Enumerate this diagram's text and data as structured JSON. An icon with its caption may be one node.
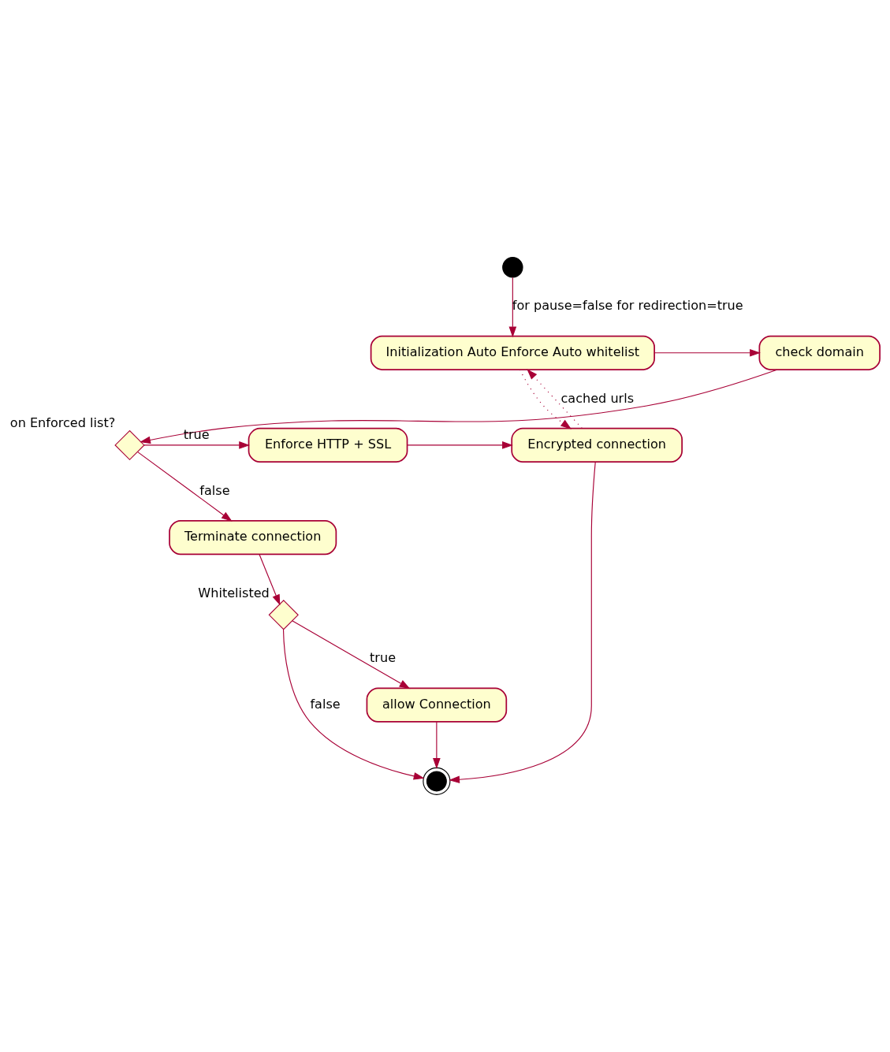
{
  "diagram": {
    "nodes": [
      {
        "text": [],
        "shape": "circle"
      },
      {
        "text": [
          "Initialization Auto Enforce Auto whitelist"
        ]
      },
      {
        "text": [
          "check domain"
        ]
      },
      {
        "text": [],
        "shape": "diamond",
        "beside": [
          "on Enforced list?"
        ]
      },
      {
        "text": [
          "Enforce HTTP + SSL"
        ]
      },
      {
        "text": [
          "Encrypted connection"
        ]
      },
      {
        "text": [
          "Terminate connection"
        ]
      },
      {
        "text": [],
        "shape": "diamond",
        "beside": [
          "Whitelisted"
        ]
      },
      {
        "text": [],
        "shape": "circle"
      },
      {
        "text": [
          "allow Connection"
        ]
      }
    ],
    "edges": [
      {
        "from": 0,
        "to": 1,
        "arrow": "to",
        "label": "for pause=false for redirection=true"
      },
      {
        "from": 1,
        "to": 2,
        "arrow": "to"
      },
      {
        "from": 2,
        "to": 3,
        "arrow": "to"
      },
      {
        "from": 3,
        "to": 4,
        "arrow": "to",
        "label": "true"
      },
      {
        "from": 4,
        "to": 5,
        "arrow": "to"
      },
      {
        "from": 1,
        "to": 5,
        "arrow": "to",
        "style": "dashed"
      },
      {
        "from": 5,
        "to": 1,
        "arrow": "to",
        "style": "dashed",
        "label": "cached urls"
      },
      {
        "from": 3,
        "to": 6,
        "arrow": "to",
        "label": "false"
      },
      {
        "from": 5,
        "to": 8,
        "arrow": "to"
      },
      {
        "from": 6,
        "to": 7,
        "arrow": "to"
      },
      {
        "from": 7,
        "to": 8,
        "arrow": "to",
        "label": "false"
      },
      {
        "from": 7,
        "to": 9,
        "arrow": "to",
        "label": "true"
      },
      {
        "from": 9,
        "to": 8,
        "arrow": "to"
      }
    ]
  }
}
